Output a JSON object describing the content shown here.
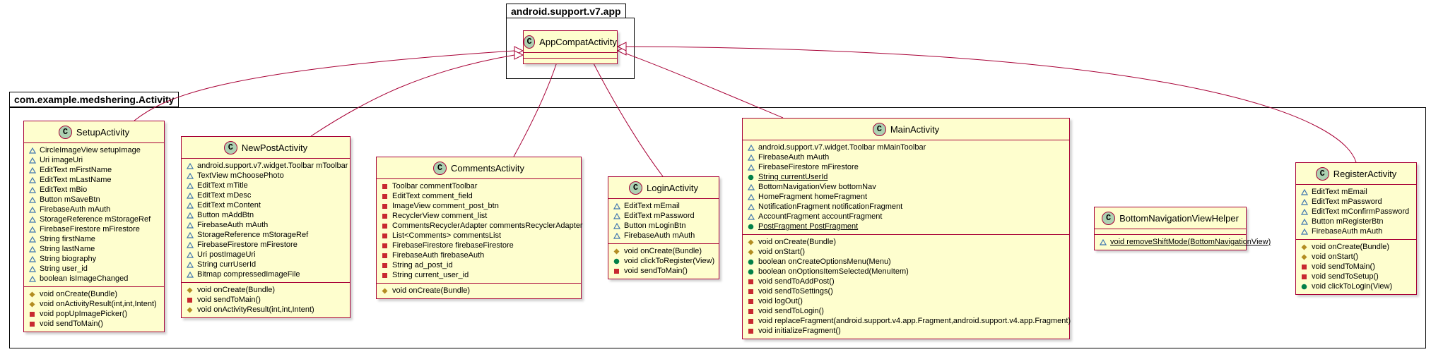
{
  "colors": {
    "class_fill": "#FEFECE",
    "class_border": "#A80036",
    "class_icon": "#ADD1B2",
    "edge": "#A80036",
    "private": "#C82930",
    "protected": "#B38D22",
    "package_private": "#4177AF",
    "public": "#038048"
  },
  "packages": {
    "android": {
      "label": "android.support.v7.app"
    },
    "app": {
      "label": "com.example.medshering.Activity"
    }
  },
  "classes": {
    "appcompat": {
      "icon": "C",
      "name": "AppCompatActivity",
      "fields": [],
      "methods": []
    },
    "setup": {
      "icon": "C",
      "name": "SetupActivity",
      "fields": [
        {
          "vis": "package",
          "text": "CircleImageView setupImage"
        },
        {
          "vis": "package",
          "text": "Uri imageUri"
        },
        {
          "vis": "package",
          "text": "EditText mFirstName"
        },
        {
          "vis": "package",
          "text": "EditText mLastName"
        },
        {
          "vis": "package",
          "text": "EditText mBio"
        },
        {
          "vis": "package",
          "text": "Button mSaveBtn"
        },
        {
          "vis": "package",
          "text": "FirebaseAuth mAuth"
        },
        {
          "vis": "package",
          "text": "StorageReference mStorageRef"
        },
        {
          "vis": "package",
          "text": "FirebaseFirestore mFirestore"
        },
        {
          "vis": "package",
          "text": "String firstName"
        },
        {
          "vis": "package",
          "text": "String lastName"
        },
        {
          "vis": "package",
          "text": "String biography"
        },
        {
          "vis": "package",
          "text": "String user_id"
        },
        {
          "vis": "package",
          "text": "boolean isImageChanged"
        }
      ],
      "methods": [
        {
          "vis": "protected",
          "text": "void onCreate(Bundle)"
        },
        {
          "vis": "protected",
          "text": "void onActivityResult(int,int,Intent)"
        },
        {
          "vis": "private",
          "text": "void popUpImagePicker()"
        },
        {
          "vis": "private",
          "text": "void sendToMain()"
        }
      ]
    },
    "newpost": {
      "icon": "C",
      "name": "NewPostActivity",
      "fields": [
        {
          "vis": "package",
          "text": "android.support.v7.widget.Toolbar mToolbar"
        },
        {
          "vis": "package",
          "text": "TextView mChoosePhoto"
        },
        {
          "vis": "package",
          "text": "EditText mTitle"
        },
        {
          "vis": "package",
          "text": "EditText mDesc"
        },
        {
          "vis": "package",
          "text": "EditText mContent"
        },
        {
          "vis": "package",
          "text": "Button mAddBtn"
        },
        {
          "vis": "package",
          "text": "FirebaseAuth mAuth"
        },
        {
          "vis": "package",
          "text": "StorageReference mStorageRef"
        },
        {
          "vis": "package",
          "text": "FirebaseFirestore mFirestore"
        },
        {
          "vis": "package",
          "text": "Uri postImageUri"
        },
        {
          "vis": "package",
          "text": "String currUserId"
        },
        {
          "vis": "package",
          "text": "Bitmap compressedImageFile"
        }
      ],
      "methods": [
        {
          "vis": "protected",
          "text": "void onCreate(Bundle)"
        },
        {
          "vis": "private",
          "text": "void sendToMain()"
        },
        {
          "vis": "protected",
          "text": "void onActivityResult(int,int,Intent)"
        }
      ]
    },
    "comments": {
      "icon": "C",
      "name": "CommentsActivity",
      "fields": [
        {
          "vis": "private",
          "text": "Toolbar commentToolbar"
        },
        {
          "vis": "private",
          "text": "EditText comment_field"
        },
        {
          "vis": "private",
          "text": "ImageView comment_post_btn"
        },
        {
          "vis": "private",
          "text": "RecyclerView comment_list"
        },
        {
          "vis": "private",
          "text": "CommentsRecyclerAdapter commentsRecyclerAdapter"
        },
        {
          "vis": "private",
          "text": "List<Comments> commentsList"
        },
        {
          "vis": "private",
          "text": "FirebaseFirestore firebaseFirestore"
        },
        {
          "vis": "private",
          "text": "FirebaseAuth firebaseAuth"
        },
        {
          "vis": "private",
          "text": "String ad_post_id"
        },
        {
          "vis": "private",
          "text": "String current_user_id"
        }
      ],
      "methods": [
        {
          "vis": "protected",
          "text": "void onCreate(Bundle)"
        }
      ]
    },
    "login": {
      "icon": "C",
      "name": "LoginActivity",
      "fields": [
        {
          "vis": "package",
          "text": "EditText mEmail"
        },
        {
          "vis": "package",
          "text": "EditText mPassword"
        },
        {
          "vis": "package",
          "text": "Button mLoginBtn"
        },
        {
          "vis": "package",
          "text": "FirebaseAuth mAuth"
        }
      ],
      "methods": [
        {
          "vis": "protected",
          "text": "void onCreate(Bundle)"
        },
        {
          "vis": "public",
          "text": "void clickToRegister(View)"
        },
        {
          "vis": "private",
          "text": "void sendToMain()"
        }
      ]
    },
    "main": {
      "icon": "C",
      "name": "MainActivity",
      "fields": [
        {
          "vis": "package",
          "text": "android.support.v7.widget.Toolbar mMainToolbar"
        },
        {
          "vis": "package",
          "text": "FirebaseAuth mAuth"
        },
        {
          "vis": "package",
          "text": "FirebaseFirestore mFirestore"
        },
        {
          "vis": "public",
          "text": "String currentUserId",
          "static": true
        },
        {
          "vis": "package",
          "text": "BottomNavigationView bottomNav"
        },
        {
          "vis": "package",
          "text": "HomeFragment homeFragment"
        },
        {
          "vis": "package",
          "text": "NotificationFragment notificationFragment"
        },
        {
          "vis": "package",
          "text": "AccountFragment accountFragment"
        },
        {
          "vis": "public",
          "text": "PostFragment PostFragment",
          "static": true
        }
      ],
      "methods": [
        {
          "vis": "protected",
          "text": "void onCreate(Bundle)"
        },
        {
          "vis": "protected",
          "text": "void onStart()"
        },
        {
          "vis": "public",
          "text": "boolean onCreateOptionsMenu(Menu)"
        },
        {
          "vis": "public",
          "text": "boolean onOptionsItemSelected(MenuItem)"
        },
        {
          "vis": "private",
          "text": "void sendToAddPost()"
        },
        {
          "vis": "private",
          "text": "void sendToSettings()"
        },
        {
          "vis": "private",
          "text": "void logOut()"
        },
        {
          "vis": "private",
          "text": "void sendToLogin()"
        },
        {
          "vis": "private",
          "text": "void replaceFragment(android.support.v4.app.Fragment,android.support.v4.app.Fragment)"
        },
        {
          "vis": "private",
          "text": "void initializeFragment()"
        }
      ]
    },
    "bnvh": {
      "icon": "C",
      "name": "BottomNavigationViewHelper",
      "fields": [],
      "methods": [
        {
          "vis": "package",
          "text": "void removeShiftMode(BottomNavigationView)",
          "static": true
        }
      ]
    },
    "register": {
      "icon": "C",
      "name": "RegisterActivity",
      "fields": [
        {
          "vis": "package",
          "text": "EditText mEmail"
        },
        {
          "vis": "package",
          "text": "EditText mPassword"
        },
        {
          "vis": "package",
          "text": "EditText mConfirmPassword"
        },
        {
          "vis": "package",
          "text": "Button mRegisterBtn"
        },
        {
          "vis": "package",
          "text": "FirebaseAuth mAuth"
        }
      ],
      "methods": [
        {
          "vis": "protected",
          "text": "void onCreate(Bundle)"
        },
        {
          "vis": "protected",
          "text": "void onStart()"
        },
        {
          "vis": "private",
          "text": "void sendToMain()"
        },
        {
          "vis": "private",
          "text": "void sendToSetup()"
        },
        {
          "vis": "public",
          "text": "void clickToLogin(View)"
        }
      ]
    }
  }
}
